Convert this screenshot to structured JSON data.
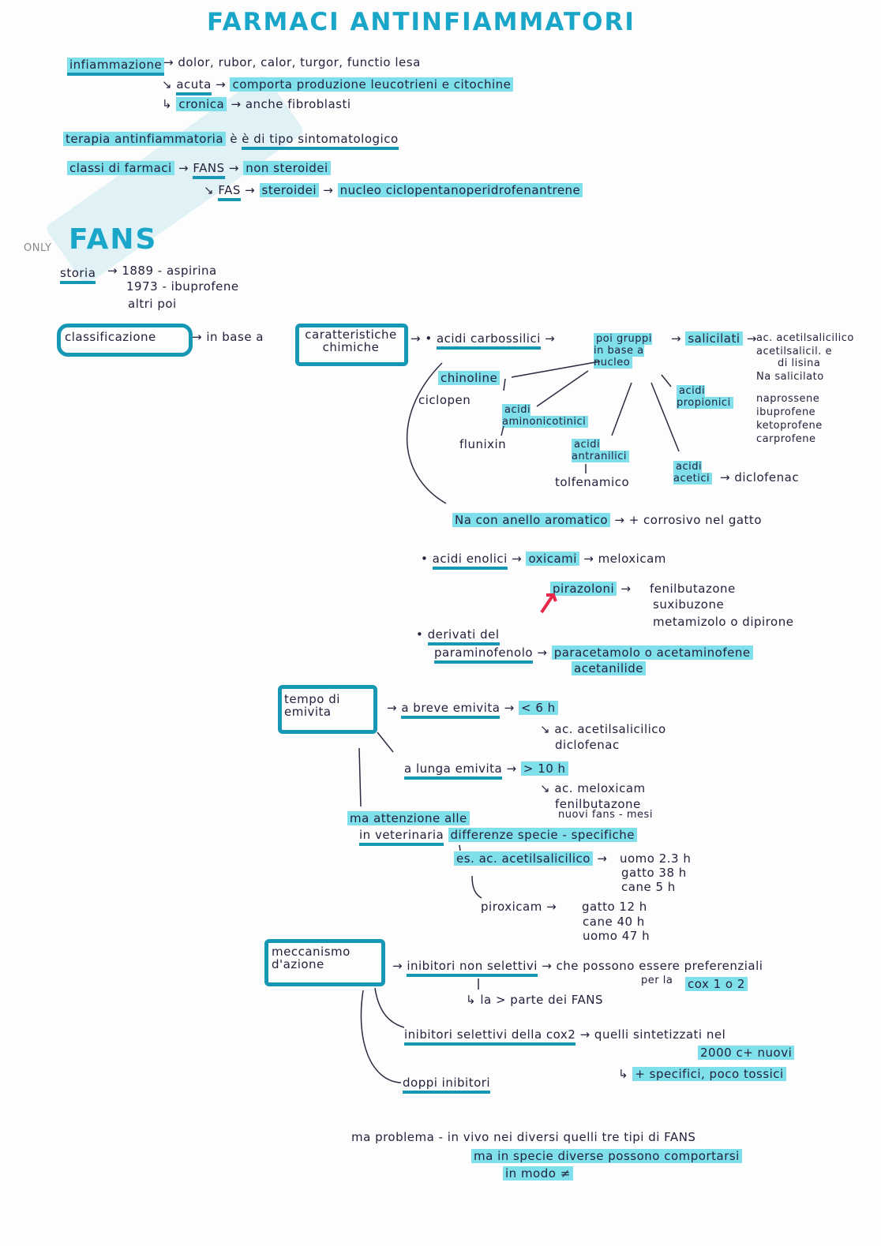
{
  "title": "FARMACI ANTINFIAMMATORI",
  "intro": {
    "infiammazione": "infiammazione",
    "symptoms": "dolor, rubor, calor, turgor, functio lesa",
    "acuta": "acuta",
    "acuta_desc": "comporta produzione leucotrieni e citochine",
    "cronica": "cronica",
    "cronica_desc": "anche fibroblasti",
    "terapia": "terapia antinfiammatoria",
    "terapia_desc": "è di tipo sintomatologico",
    "classi": "classi di farmaci",
    "fans": "FANS",
    "fans_desc": "non steroidei",
    "fas": "FAS",
    "fas_desc": "steroidei",
    "fas_nucleo": "nucleo ciclopentanoperidrofenantrene"
  },
  "fans_section": {
    "only": "ONLY",
    "heading": "FANS",
    "storia": "storia",
    "storia_1": "1889 - aspirina",
    "storia_2": "1973 - ibuprofene",
    "storia_3": "altri poi"
  },
  "classificazione": {
    "label": "classificazione",
    "in_base": "in base a",
    "caratteristiche": "caratteristiche chimiche",
    "acidi_carbossilici": "acidi carbossilici",
    "poi_gruppi": "poi gruppi in base a nucleo",
    "salicilati": "salicilati",
    "salicilati_list": [
      "ac. acetilsalicilico",
      "acetilsalicil. e",
      "di lisina",
      "Na salicilato"
    ],
    "chinoline": "chinoline",
    "ciclopen": "ciclopen",
    "acidi_propionici": "acidi propionici",
    "propionici_list": [
      "naprossene",
      "ibuprofene",
      "ketoprofene",
      "carprofene"
    ],
    "acidi_aminonicotinici": "acidi aminonicotinici",
    "flunixin": "flunixin",
    "acidi_antranilici": "acidi antranilici",
    "tolfenamico": "tolfenamico",
    "acidi_acetici": "acidi acetici",
    "diclofenac": "diclofenac",
    "anello_aromatico": "Na con anello aromatico",
    "anello_note": "+ corrosivo nel gatto",
    "acidi_enolici": "acidi enolici",
    "oxicami": "oxicami",
    "meloxicam": "meloxicam",
    "pirazoloni": "pirazoloni",
    "pirazoloni_list": [
      "fenilbutazone",
      "suxibuzone",
      "metamizolo o dipirone"
    ],
    "derivati": "derivati del",
    "paraminofenolo": "paraminofenolo",
    "paracetamolo": "paracetamolo o acetaminofene",
    "acetanilide": "acetanilide"
  },
  "emivita": {
    "label": "tempo di emivita",
    "breve": "a breve emivita",
    "breve_val": "< 6 h",
    "breve_ex": "ac. acetilsalicilico",
    "breve_ex2": "diclofenac",
    "lunga": "a lunga emivita",
    "lunga_val": "> 10 h",
    "lunga_ex": "ac. meloxicam",
    "lunga_ex2": "fenilbutazone",
    "lunga_ex3": "nuovi fans - mesi",
    "ma_1": "ma attenzione alle",
    "ma_2": "in veterinaria",
    "differenze": "differenze specie - specifiche",
    "es": "es. ac. acetilsalicilico",
    "es_vals": [
      "uomo 2.3 h",
      "gatto 38 h",
      "cane 5 h"
    ],
    "piroxicam": "piroxicam",
    "piro_vals": [
      "gatto 12 h",
      "cane 40 h",
      "uomo 47 h"
    ]
  },
  "meccanismo": {
    "label": "meccanismo d'azione",
    "non_selettivi": "inibitori non selettivi",
    "non_sel_note": "che possono essere preferenziali",
    "non_sel_note2": "per la",
    "cox": "cox 1 o 2",
    "maggior": "la > parte dei FANS",
    "selettivi": "inibitori selettivi della cox2",
    "sel_note": "quelli sintetizzati nel",
    "anno": "2000 c+ nuovi",
    "specifici": "+ specifici, poco tossici",
    "doppi": "doppi inibitori"
  },
  "footer": {
    "line1": "ma problema - in vivo nei diversi quelli tre tipi di FANS",
    "line2": "ma in specie diverse possono comportarsi",
    "line3": "in modo ≠"
  },
  "colors": {
    "highlight": "#7fe0ec",
    "underline": "#1698b5",
    "title": "#1aa6c8",
    "ink": "#23213c",
    "arrow_red": "#e8284a"
  }
}
